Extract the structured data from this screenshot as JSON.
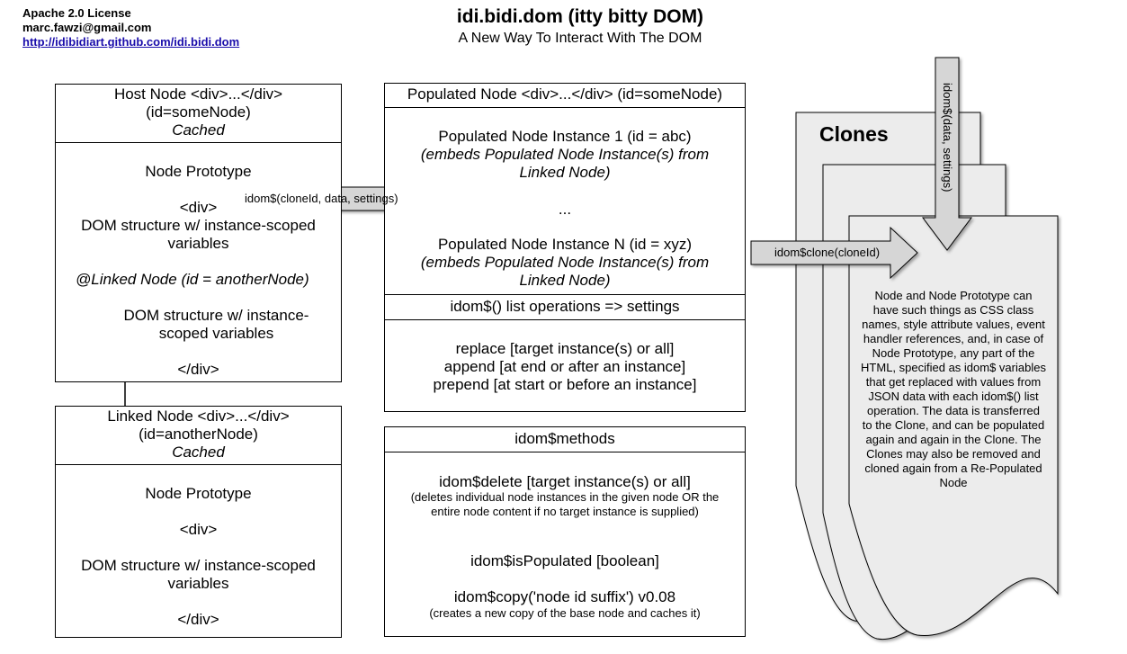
{
  "header": {
    "license": "Apache 2.0 License",
    "email": "marc.fawzi@gmail.com",
    "url": "http://idibidiart.github.com/idi.bidi.dom",
    "title": "idi.bidi.dom (itty bitty DOM)",
    "subtitle": "A New Way To Interact With The DOM"
  },
  "host_node": {
    "header_line1": "Host Node <div>...</div>",
    "header_line2": "(id=someNode)",
    "header_line3": "Cached",
    "prototype_title": "Node Prototype",
    "div_open": "<div>",
    "dom_structure": "DOM structure w/ instance-scoped variables",
    "linked_ref": "@Linked Node (id = anotherNode)",
    "nested_dom": "DOM structure w/ instance-scoped variables",
    "div_close": "</div>"
  },
  "linked_node": {
    "header_line1": "Linked Node <div>...</div>",
    "header_line2": "(id=anotherNode)",
    "header_line3": "Cached",
    "prototype_title": "Node Prototype",
    "div_open": "<div>",
    "dom_structure": "DOM structure w/ instance-scoped variables",
    "div_close": "</div>"
  },
  "populated_node": {
    "header": "Populated Node <div>...</div> (id=someNode)",
    "instance1_title": "Populated Node Instance 1 (id = abc)",
    "instance1_note": "(embeds Populated Node Instance(s) from Linked Node)",
    "ellipsis": "...",
    "instanceN_title": "Populated Node Instance N (id = xyz)",
    "instanceN_note": "(embeds Populated Node Instance(s) from Linked Node)",
    "list_ops_header": "idom$() list operations => settings",
    "replace": "replace [target instance(s) or all]",
    "append": "append [at end or after an instance]",
    "prepend": "prepend [at start or before an instance]"
  },
  "methods": {
    "header": "idom$methods",
    "delete_title": "idom$delete [target instance(s) or all]",
    "delete_note": "(deletes individual node instances in the given node OR the entire node content if no target instance is supplied)",
    "is_populated": "idom$isPopulated [boolean]",
    "copy_title": "idom$copy('node id suffix') v0.08",
    "copy_note": "(creates a new copy of the base node and caches it)"
  },
  "arrows": {
    "idom_call": "idom$(cloneId, data, settings)",
    "clone_call": "idom$clone(cloneId)",
    "data_settings": "idom$(data, settings)"
  },
  "clones": {
    "title": "Clones",
    "description": "Node and Node Prototype can have such things as CSS class names, style attribute values, event handler references, and, in case of Node Prototype, any part of the HTML, specified as idom$ variables that get replaced with values from JSON data with each idom$() list operation. The data is transferred to the Clone, and can be populated again and again in the Clone. The Clones may also be removed and cloned again from a Re-Populated Node"
  },
  "colors": {
    "page_bg": "#ffffff",
    "shape_fill": "#ececec",
    "arrow_fill": "#d6d6d6",
    "link": "#1a0dab"
  }
}
